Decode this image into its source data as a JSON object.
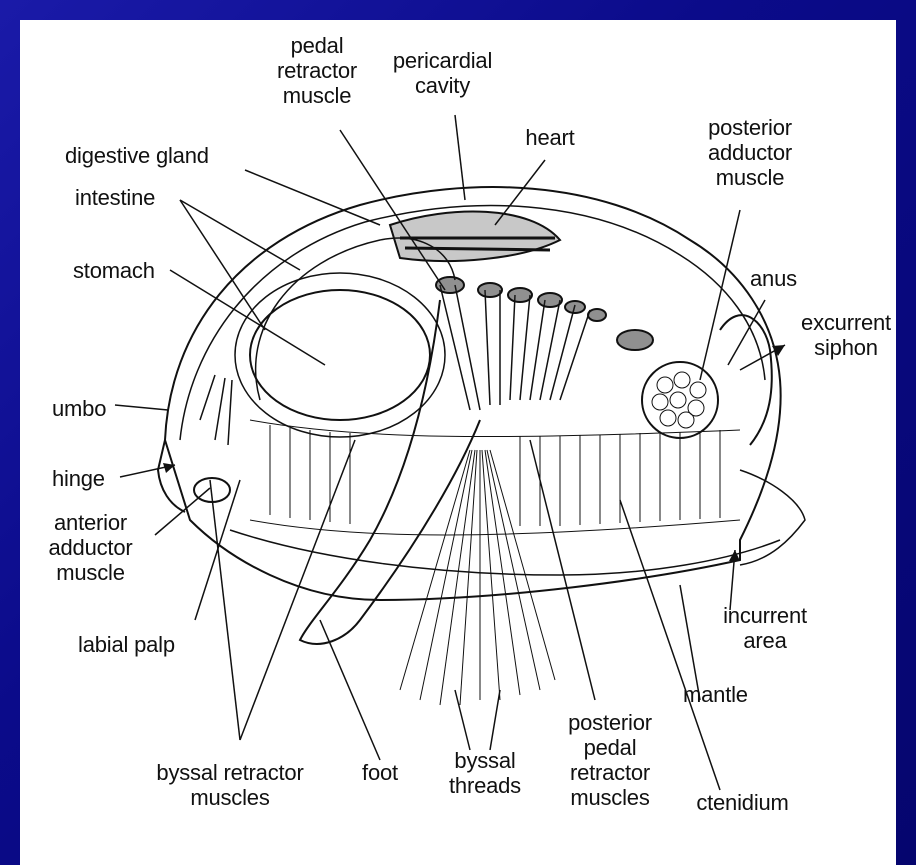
{
  "labels": {
    "pedal_retractor_muscle": "pedal\nretractor\nmuscle",
    "pericardial_cavity": "pericardial\ncavity",
    "heart": "heart",
    "posterior_adductor_muscle": "posterior\nadductor\nmuscle",
    "digestive_gland": "digestive gland",
    "intestine": "intestine",
    "stomach": "stomach",
    "anus": "anus",
    "excurrent_siphon": "excurrent\nsiphon",
    "umbo": "umbo",
    "hinge": "hinge",
    "anterior_adductor_muscle": "anterior\nadductor\nmuscle",
    "labial_palp": "labial palp",
    "incurrent_area": "incurrent\narea",
    "mantle": "mantle",
    "byssal_retractor_muscles": "byssal retractor\nmuscles",
    "foot": "foot",
    "byssal_threads": "byssal\nthreads",
    "posterior_pedal_retractor_muscles": "posterior\npedal\nretractor\nmuscles",
    "ctenidium": "ctenidium"
  }
}
